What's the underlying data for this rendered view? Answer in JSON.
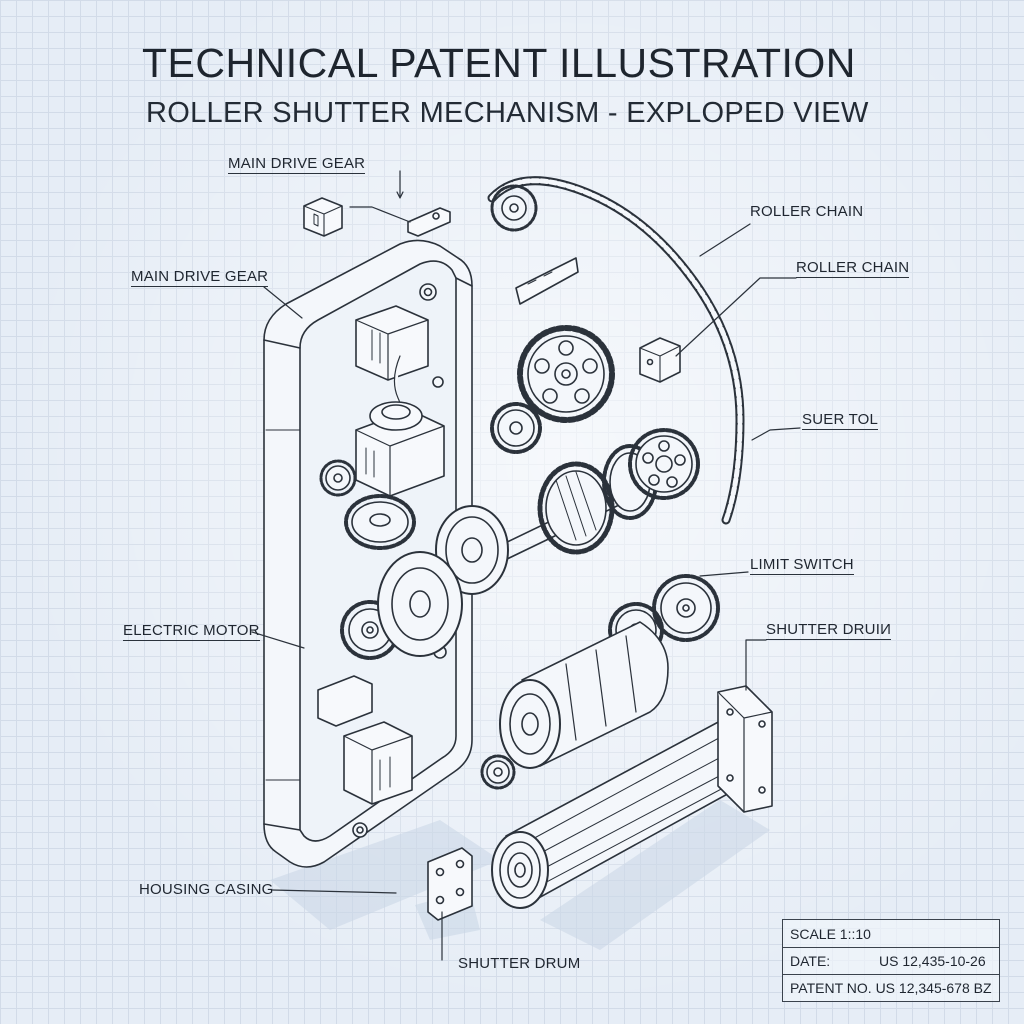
{
  "header": {
    "title": "TECHNICAL PATENT ILLUSTRATION",
    "subtitle": "ROLLER SHUTTER MECHANISM - EXPLOPED VIEW"
  },
  "callouts": {
    "main_drive_gear_top": "MAIN DRIVE GEAR",
    "main_drive_gear_left": "MAIN DRIVE GEAR",
    "roller_chain_1": "ROLLER CHAIN",
    "roller_chain_2": "ROLLER CHAIN",
    "suer_tol": "SUER TOL",
    "limit_switch": "LIMIT SWITCH",
    "shutter_drum_right": "SHUTTER DRUIИ",
    "electric_motor": "ELECTRIC MOTOR",
    "housing_casing": "HOUSING CASING",
    "shutter_drum_bottom": "SHUTTER DRUM"
  },
  "title_block": {
    "scale": "SCALE 1::10",
    "date_label": "DATE:",
    "date_value": "US 12,435-10-26",
    "patent": "PATENT NO. US 12,345-678 BZ"
  },
  "colors": {
    "background": "#e6edf6",
    "grid": "#cfd9e6",
    "linework": "#2b323b"
  }
}
